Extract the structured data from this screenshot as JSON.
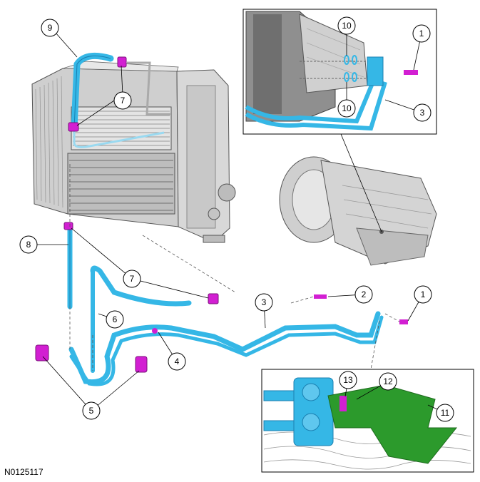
{
  "figure": {
    "figure_id": "N0125117",
    "colors": {
      "tube": "#35b7e6",
      "tube_dark": "#1a7fb0",
      "clip": "#d21fd2",
      "bracket": "#2c9a2c",
      "metal_light": "#dcdcdc",
      "metal_dark": "#7a7a7a",
      "inset_border": "#000000"
    },
    "callouts": [
      {
        "label": "1",
        "part": "bolt"
      },
      {
        "label": "1",
        "part": "bolt"
      },
      {
        "label": "2",
        "part": "bolt"
      },
      {
        "label": "3",
        "part": "cooler-tube-assembly"
      },
      {
        "label": "3",
        "part": "cooler-tube-assembly"
      },
      {
        "label": "4",
        "part": "clip"
      },
      {
        "label": "5",
        "part": "clip"
      },
      {
        "label": "6",
        "part": "return-tube"
      },
      {
        "label": "7",
        "part": "clip"
      },
      {
        "label": "7",
        "part": "clip"
      },
      {
        "label": "8",
        "part": "supply-tube"
      },
      {
        "label": "9",
        "part": "upper-tube"
      },
      {
        "label": "10",
        "part": "o-ring"
      },
      {
        "label": "10",
        "part": "o-ring"
      },
      {
        "label": "11",
        "part": "bracket"
      },
      {
        "label": "12",
        "part": "bolt"
      },
      {
        "label": "13",
        "part": "fitting"
      }
    ]
  }
}
